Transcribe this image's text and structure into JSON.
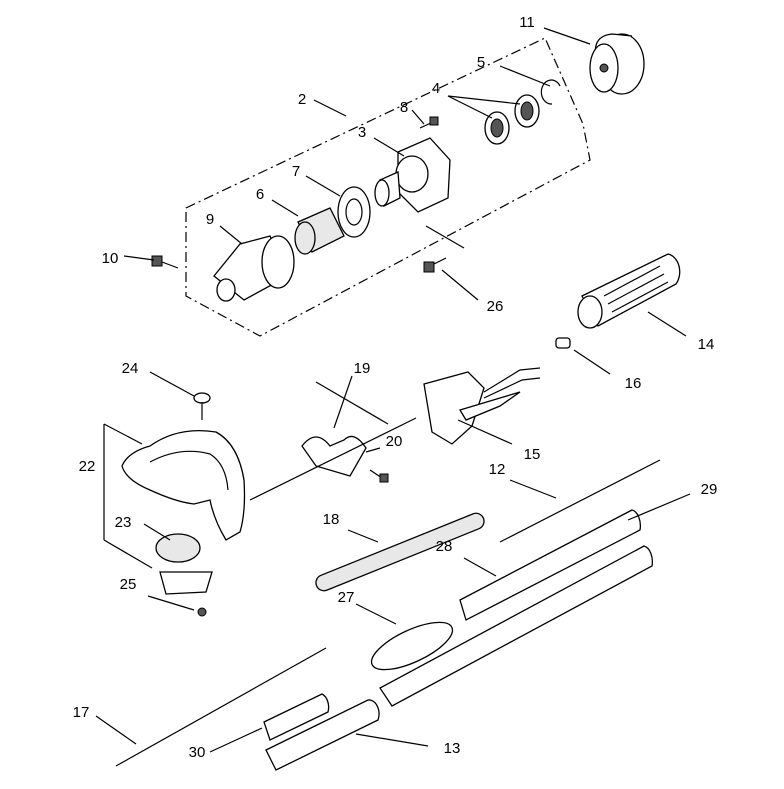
{
  "diagram": {
    "callouts": {
      "c1": "11",
      "c2": "5",
      "c3": "4",
      "c4": "2",
      "c5": "8",
      "c6": "3",
      "c7": "7",
      "c8": "6",
      "c9": "9",
      "c10": "10",
      "c11": "26",
      "c12": "14",
      "c13": "16",
      "c14": "24",
      "c15": "19",
      "c16": "20",
      "c17": "15",
      "c18": "22",
      "c19": "23",
      "c20": "25",
      "c21": "18",
      "c22": "12",
      "c23": "29",
      "c24": "28",
      "c25": "27",
      "c26": "17",
      "c27": "30",
      "c28": "13"
    }
  }
}
